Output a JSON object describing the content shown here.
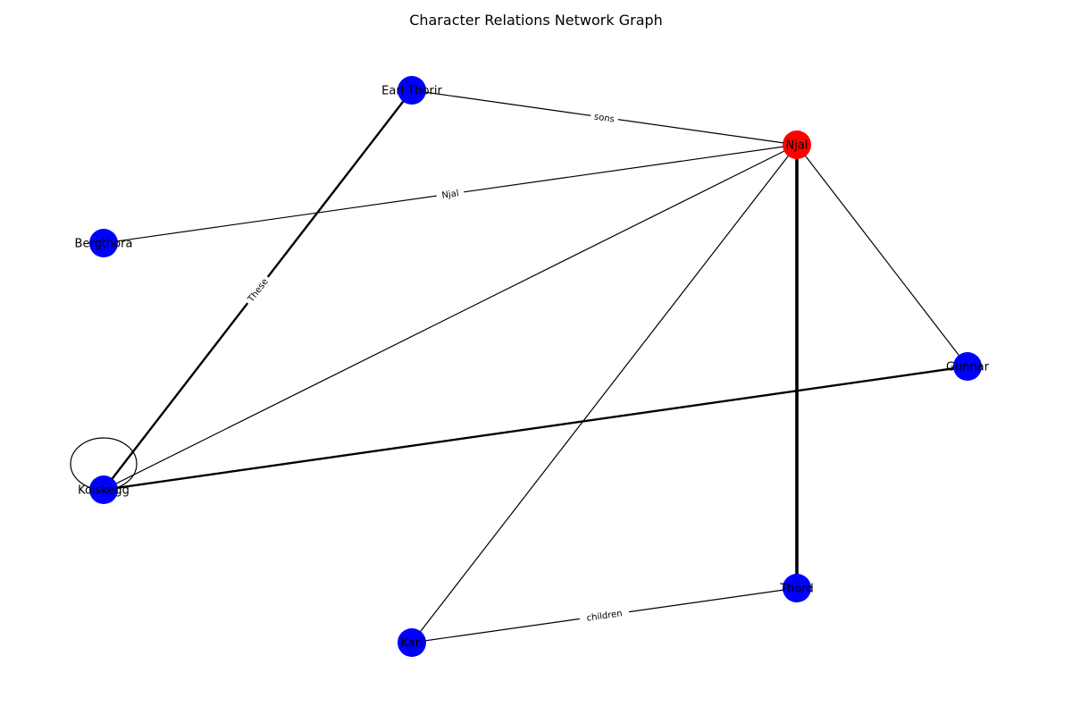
{
  "title": "Character Relations Network Graph",
  "colors": {
    "highlight": "#ff0000",
    "default": "#0000ff",
    "edge": "#000000"
  },
  "nodes": [
    {
      "id": "njal",
      "label": "Njal",
      "highlight": true
    },
    {
      "id": "earl",
      "label": "Earl Thorir",
      "highlight": false
    },
    {
      "id": "bergthora",
      "label": "Bergthora",
      "highlight": false
    },
    {
      "id": "gunnar",
      "label": "Gunnar",
      "highlight": false
    },
    {
      "id": "kolskegg",
      "label": "Kolskegg",
      "highlight": false
    },
    {
      "id": "thord",
      "label": "Thord",
      "highlight": false
    },
    {
      "id": "kari",
      "label": "Kari",
      "highlight": false
    }
  ],
  "edges": [
    {
      "source": "earl",
      "target": "njal",
      "label": "sons",
      "weight": 1
    },
    {
      "source": "bergthora",
      "target": "njal",
      "label": "Njal",
      "weight": 1
    },
    {
      "source": "kolskegg",
      "target": "earl",
      "label": "These",
      "weight": 2
    },
    {
      "source": "kolskegg",
      "target": "njal",
      "label": "",
      "weight": 1
    },
    {
      "source": "kari",
      "target": "njal",
      "label": "",
      "weight": 1
    },
    {
      "source": "njal",
      "target": "gunnar",
      "label": "",
      "weight": 1
    },
    {
      "source": "njal",
      "target": "thord",
      "label": "",
      "weight": 3
    },
    {
      "source": "kolskegg",
      "target": "gunnar",
      "label": "",
      "weight": 2
    },
    {
      "source": "kari",
      "target": "thord",
      "label": "children",
      "weight": 1
    },
    {
      "source": "kolskegg",
      "target": "kolskegg",
      "label": "",
      "weight": 1
    }
  ]
}
